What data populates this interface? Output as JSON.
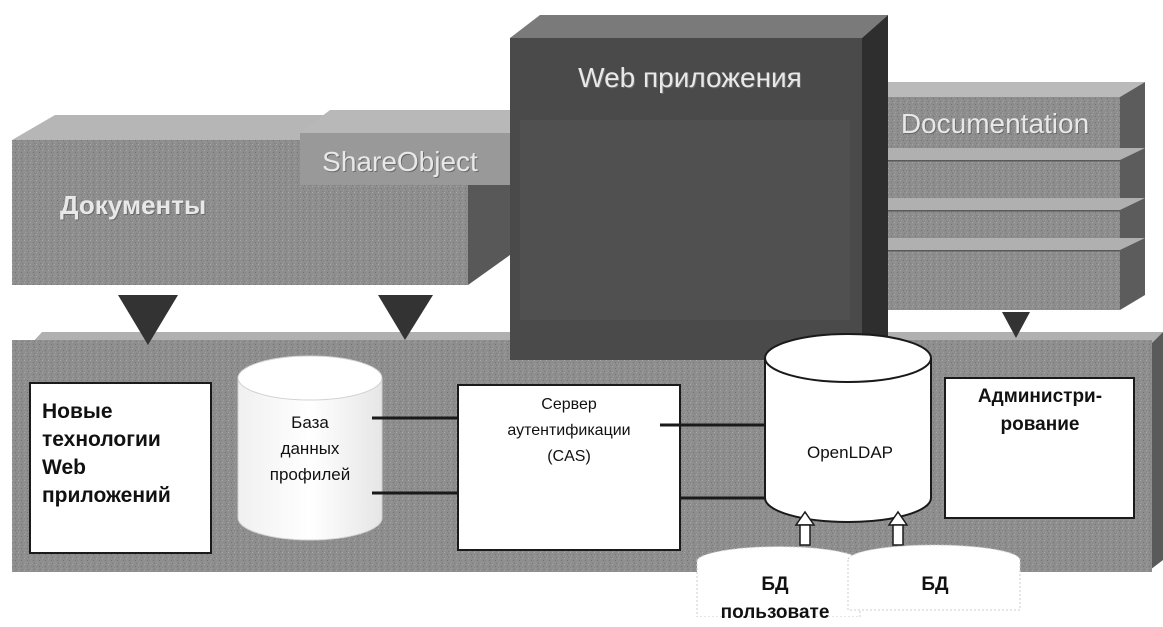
{
  "top_blocks": {
    "documents": "Документы",
    "shareobject": "ShareObject",
    "web_apps": "Web приложения",
    "documentation": "Documentation"
  },
  "platform": {
    "new_tech": [
      "Новые",
      "технологии",
      "Web",
      "приложений"
    ],
    "profile_db": [
      "База",
      "данных",
      "профилей"
    ],
    "cas": [
      "Сервер",
      "аутентификации",
      "(CAS)"
    ],
    "openldap": "OpenLDAP",
    "admin": [
      "Администри-",
      "рование"
    ]
  },
  "sources": {
    "users_db": [
      "БД",
      "пользовате"
    ],
    "db": "БД"
  },
  "colors": {
    "block_fill": "#8c8c8c",
    "block_dark": "#4a4a4a",
    "block_light": "#b4b4b4",
    "platform_fill": "#8a8a8a",
    "arrow": "#333333",
    "line": "#1a1a1a"
  }
}
